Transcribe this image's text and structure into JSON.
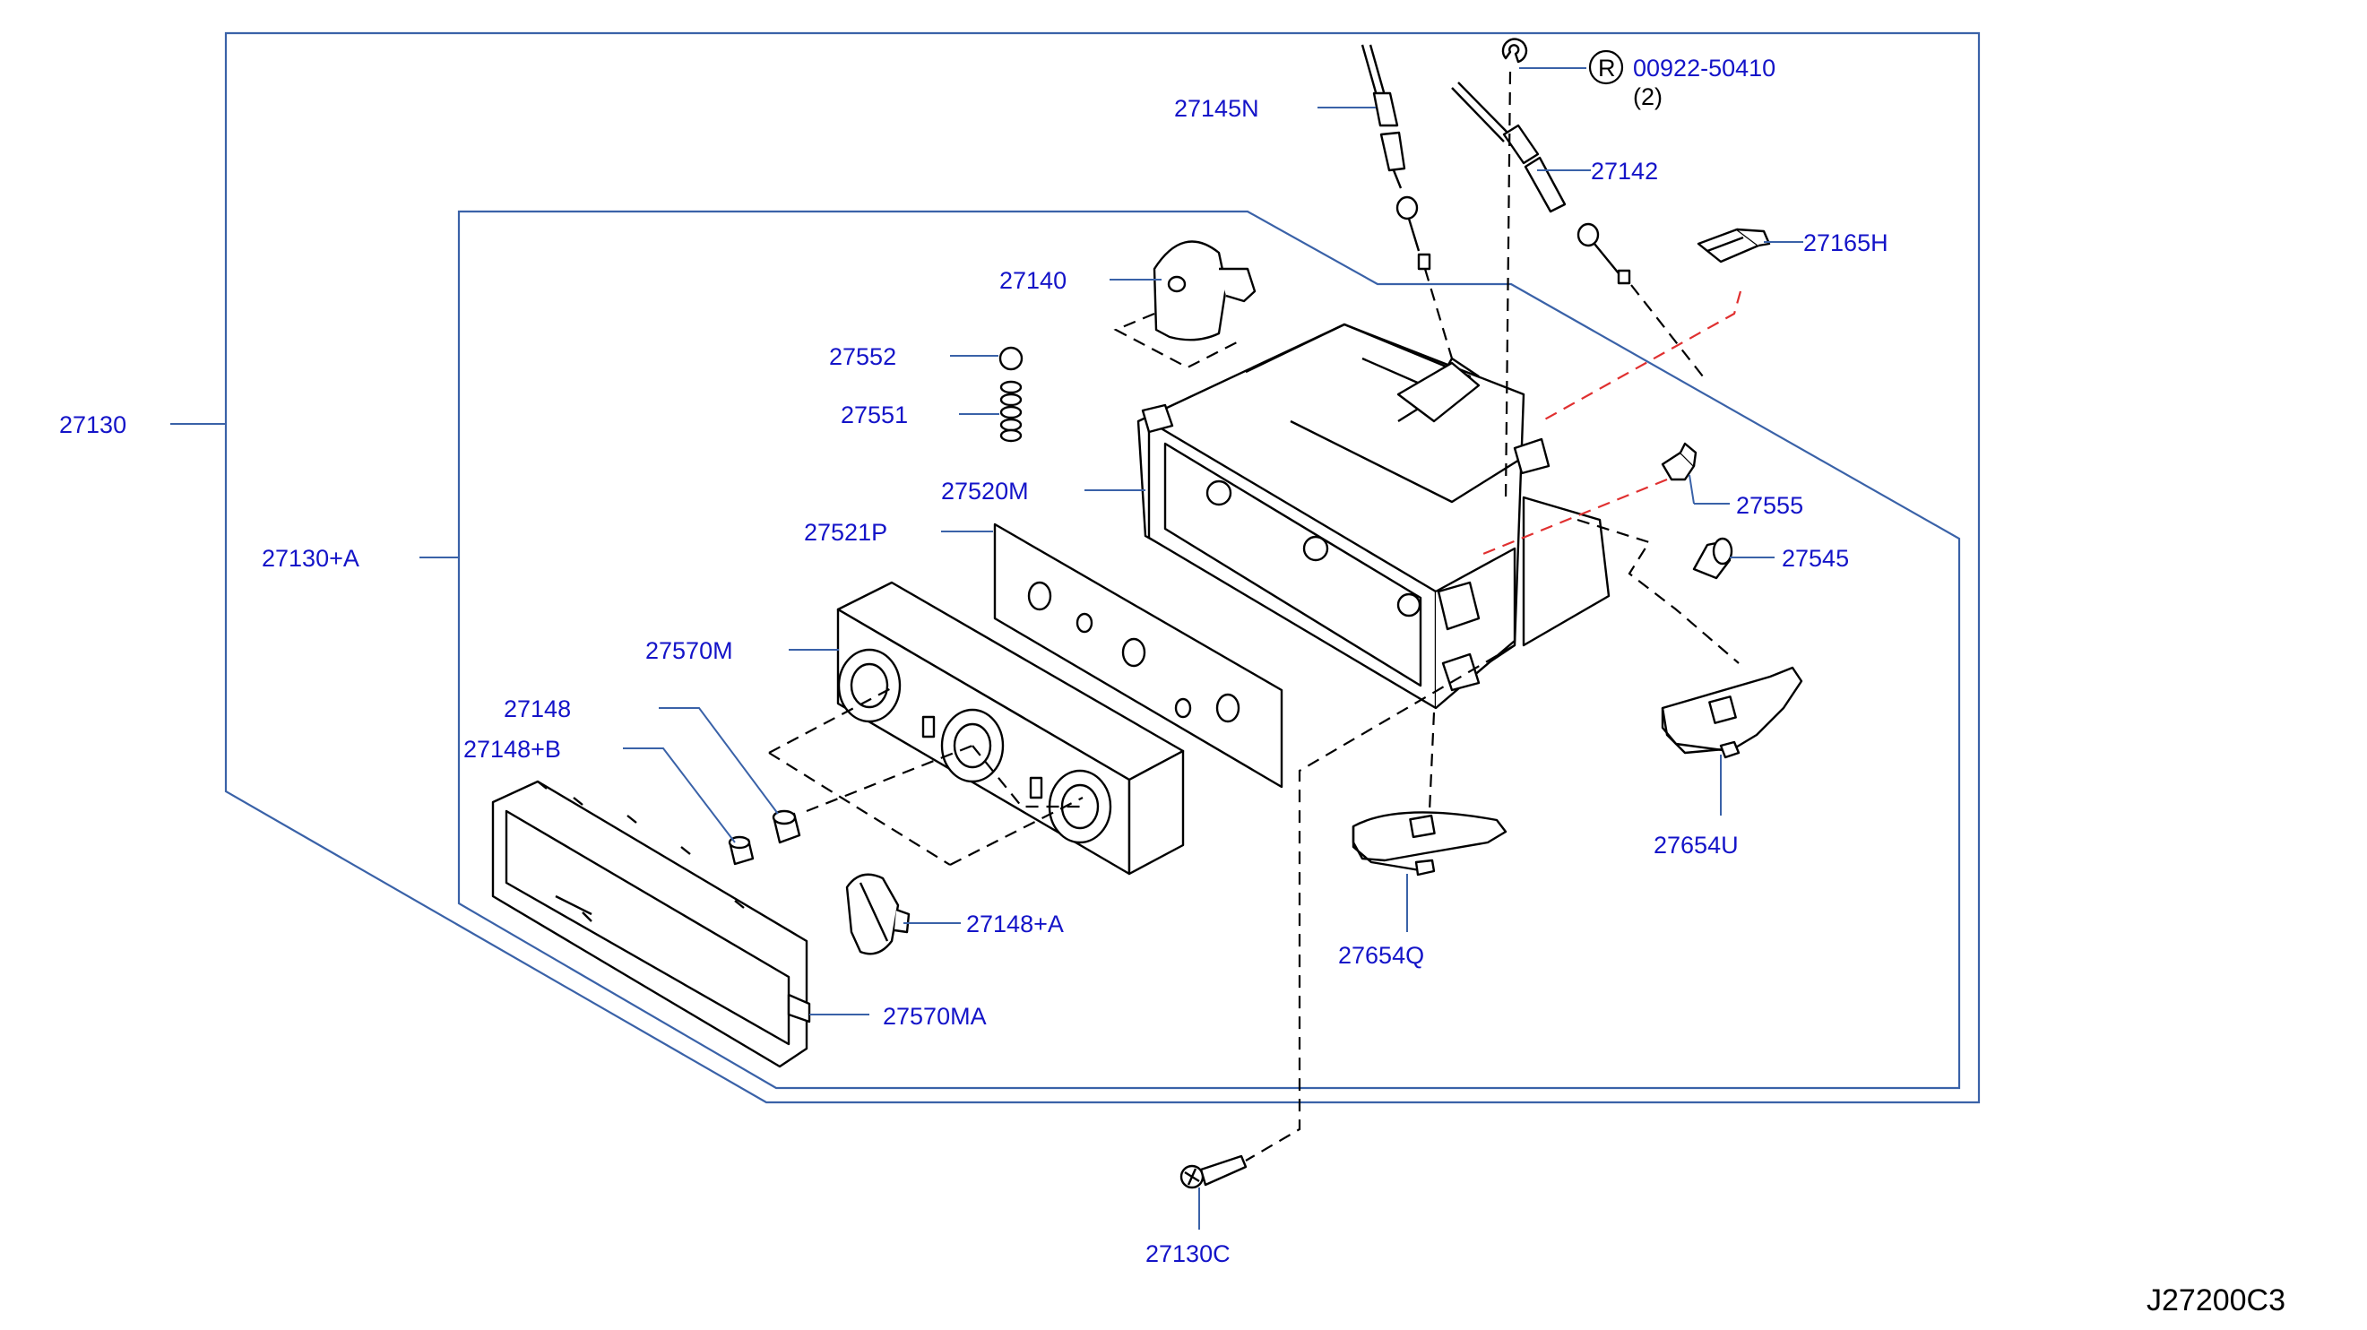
{
  "diagram_code": "J27200C3",
  "reference_symbol": "R",
  "parts": [
    {
      "id": "p-00922-50410",
      "label": "00922-50410",
      "qty": "(2)"
    },
    {
      "id": "p-27145N",
      "label": "27145N"
    },
    {
      "id": "p-27142",
      "label": "27142"
    },
    {
      "id": "p-27165H",
      "label": "27165H"
    },
    {
      "id": "p-27140",
      "label": "27140"
    },
    {
      "id": "p-27552",
      "label": "27552"
    },
    {
      "id": "p-27551",
      "label": "27551"
    },
    {
      "id": "p-27130",
      "label": "27130"
    },
    {
      "id": "p-27520M",
      "label": "27520M"
    },
    {
      "id": "p-27521P",
      "label": "27521P"
    },
    {
      "id": "p-27555",
      "label": "27555"
    },
    {
      "id": "p-27130A",
      "label": "27130+A"
    },
    {
      "id": "p-27545",
      "label": "27545"
    },
    {
      "id": "p-27570M",
      "label": "27570M"
    },
    {
      "id": "p-27148",
      "label": "27148"
    },
    {
      "id": "p-27148B",
      "label": "27148+B"
    },
    {
      "id": "p-27654U",
      "label": "27654U"
    },
    {
      "id": "p-27148A",
      "label": "27148+A"
    },
    {
      "id": "p-27654Q",
      "label": "27654Q"
    },
    {
      "id": "p-27570MA",
      "label": "27570MA"
    },
    {
      "id": "p-27130C",
      "label": "27130C"
    }
  ]
}
